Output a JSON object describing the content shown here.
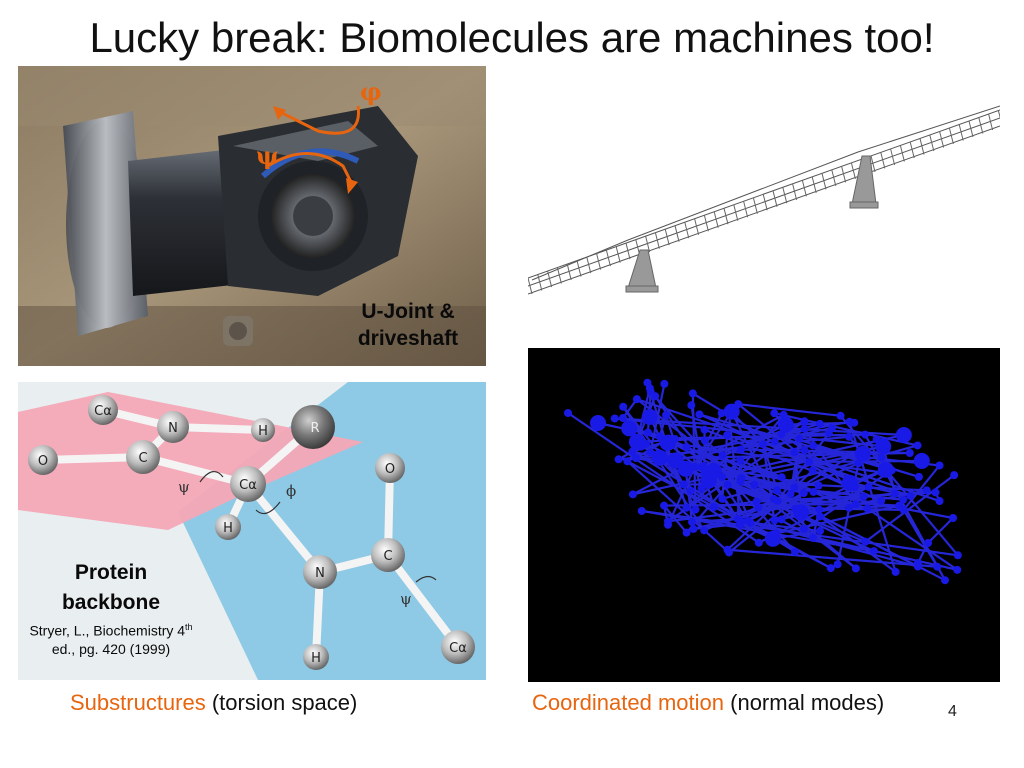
{
  "slide": {
    "title": "Lucky break: Biomolecules are machines too!",
    "page_number": "4"
  },
  "ujoint": {
    "label_line1": "U-Joint &",
    "label_line2": "driveshaft",
    "phi_symbol": "φ",
    "psi_symbol": "ψ"
  },
  "backbone": {
    "label_line1": "Protein",
    "label_line2": "backbone",
    "citation_line1_pre": "Stryer, L., Biochemistry 4",
    "citation_line1_sup": "th",
    "citation_line2": "ed., pg. 420 (1999)",
    "atoms": {
      "calpha_top": "Cα",
      "n_top": "N",
      "h_top": "H",
      "r": "R",
      "o_left": "O",
      "c_left": "C",
      "calpha_center": "Cα",
      "h_lower": "H",
      "o_right": "O",
      "c_right": "C",
      "n_bottom": "N",
      "h_bottom": "H",
      "calpha_bottom": "Cα"
    },
    "psi_left": "ψ",
    "phi_center": "ϕ",
    "psi_right": "ψ"
  },
  "captions": {
    "left_highlight": "Substructures",
    "left_rest": " (torsion space)",
    "right_highlight": "Coordinated motion",
    "right_rest": " (normal modes)"
  },
  "colors": {
    "accent_orange": "#e8650f",
    "plane_pink": "#f4a6b6",
    "plane_blue": "#8ecae6",
    "molecule_blue": "#1a1ae6"
  }
}
